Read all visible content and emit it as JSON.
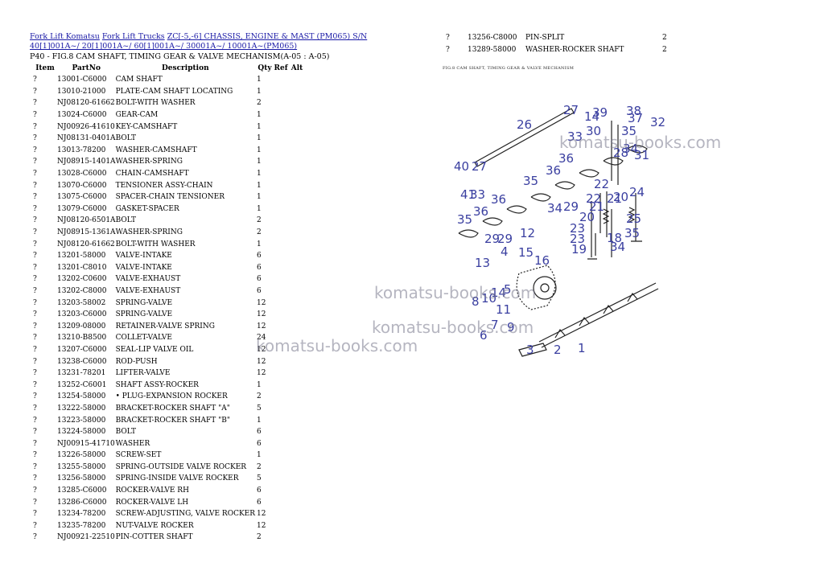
{
  "breadcrumb": {
    "link1": "Fork Lift Komatsu",
    "link2": "Fork Lift Trucks",
    "link3": "ZC[-5,-6] CHASSIS, ENGINE & MAST (PM065) S/N 40[1]001A~/ 20[1]001A~/ 60[1]001A~/ 30001A~/ 10001A~(PM065)"
  },
  "page_title": "P40 - FIG.8 CAM SHAFT, TIMING GEAR & VALVE MECHANISM(A-05 : A-05)",
  "table": {
    "headers": {
      "item": "Item",
      "partno": "PartNo",
      "desc": "Description",
      "qty": "Qty",
      "ref": "Ref",
      "alt": "Alt"
    },
    "rows": [
      {
        "item": "?",
        "partno": "13001-C6000",
        "desc": "CAM SHAFT",
        "qty": "1"
      },
      {
        "item": "?",
        "partno": "13010-21000",
        "desc": "PLATE-CAM SHAFT LOCATING",
        "qty": "1"
      },
      {
        "item": "?",
        "partno": "NJ08120-61662",
        "desc": "BOLT-WITH WASHER",
        "qty": "2"
      },
      {
        "item": "?",
        "partno": "13024-C6000",
        "desc": "GEAR-CAM",
        "qty": "1"
      },
      {
        "item": "?",
        "partno": "NJ00926-41610",
        "desc": "KEY-CAMSHAFT",
        "qty": "1"
      },
      {
        "item": "?",
        "partno": "NJ08131-0401A",
        "desc": "BOLT",
        "qty": "1"
      },
      {
        "item": "?",
        "partno": "13013-78200",
        "desc": "WASHER-CAMSHAFT",
        "qty": "1"
      },
      {
        "item": "?",
        "partno": "NJ08915-1401A",
        "desc": "WASHER-SPRING",
        "qty": "1"
      },
      {
        "item": "?",
        "partno": "13028-C6000",
        "desc": "CHAIN-CAMSHAFT",
        "qty": "1"
      },
      {
        "item": "?",
        "partno": "13070-C6000",
        "desc": "TENSIONER ASSY-CHAIN",
        "qty": "1"
      },
      {
        "item": "?",
        "partno": "13075-C6000",
        "desc": "SPACER-CHAIN TENSIONER",
        "qty": "1"
      },
      {
        "item": "?",
        "partno": "13079-C6000",
        "desc": "GASKET-SPACER",
        "qty": "1"
      },
      {
        "item": "?",
        "partno": "NJ08120-6501A",
        "desc": "BOLT",
        "qty": "2"
      },
      {
        "item": "?",
        "partno": "NJ08915-1361A",
        "desc": "WASHER-SPRING",
        "qty": "2"
      },
      {
        "item": "?",
        "partno": "NJ08120-61662",
        "desc": "BOLT-WITH WASHER",
        "qty": "1"
      },
      {
        "item": "?",
        "partno": "13201-58000",
        "desc": "VALVE-INTAKE",
        "qty": "6"
      },
      {
        "item": "?",
        "partno": "13201-C8010",
        "desc": "VALVE-INTAKE",
        "qty": "6"
      },
      {
        "item": "?",
        "partno": "13202-C0600",
        "desc": "VALVE-EXHAUST",
        "qty": "6"
      },
      {
        "item": "?",
        "partno": "13202-C8000",
        "desc": "VALVE-EXHAUST",
        "qty": "6"
      },
      {
        "item": "?",
        "partno": "13203-58002",
        "desc": "SPRING-VALVE",
        "qty": "12"
      },
      {
        "item": "?",
        "partno": "13203-C6000",
        "desc": "SPRING-VALVE",
        "qty": "12"
      },
      {
        "item": "?",
        "partno": "13209-08000",
        "desc": "RETAINER-VALVE SPRING",
        "qty": "12"
      },
      {
        "item": "?",
        "partno": "13210-B8500",
        "desc": "COLLET-VALVE",
        "qty": "24"
      },
      {
        "item": "?",
        "partno": "13207-C6000",
        "desc": "SEAL-LIP VALVE OIL",
        "qty": "12"
      },
      {
        "item": "?",
        "partno": "13238-C6000",
        "desc": "ROD-PUSH",
        "qty": "12"
      },
      {
        "item": "?",
        "partno": "13231-78201",
        "desc": "LIFTER-VALVE",
        "qty": "12"
      },
      {
        "item": "?",
        "partno": "13252-C6001",
        "desc": "SHAFT ASSY-ROCKER",
        "qty": "1"
      },
      {
        "item": "?",
        "partno": "13254-58000",
        "desc": "• PLUG-EXPANSION ROCKER",
        "qty": "2"
      },
      {
        "item": "?",
        "partno": "13222-58000",
        "desc": "BRACKET-ROCKER SHAFT \"A\"",
        "qty": "5"
      },
      {
        "item": "?",
        "partno": "13223-58000",
        "desc": "BRACKET-ROCKER SHAFT \"B\"",
        "qty": "1"
      },
      {
        "item": "?",
        "partno": "13224-58000",
        "desc": "BOLT",
        "qty": "6"
      },
      {
        "item": "?",
        "partno": "NJ00915-41710",
        "desc": "WASHER",
        "qty": "6"
      },
      {
        "item": "?",
        "partno": "13226-58000",
        "desc": "SCREW-SET",
        "qty": "1"
      },
      {
        "item": "?",
        "partno": "13255-58000",
        "desc": "SPRING-OUTSIDE VALVE ROCKER",
        "qty": "2"
      },
      {
        "item": "?",
        "partno": "13256-58000",
        "desc": "SPRING-INSIDE VALVE ROCKER",
        "qty": "5"
      },
      {
        "item": "?",
        "partno": "13285-C6000",
        "desc": "ROCKER-VALVE RH",
        "qty": "6"
      },
      {
        "item": "?",
        "partno": "13286-C6000",
        "desc": "ROCKER-VALVE LH",
        "qty": "6"
      },
      {
        "item": "?",
        "partno": "13234-78200",
        "desc": "SCREW-ADJUSTING, VALVE ROCKER",
        "qty": "12"
      },
      {
        "item": "?",
        "partno": "13235-78200",
        "desc": "NUT-VALVE ROCKER",
        "qty": "12"
      },
      {
        "item": "?",
        "partno": "NJ00921-22510",
        "desc": "PIN-COTTER SHAFT",
        "qty": "2"
      }
    ]
  },
  "table2": {
    "rows": [
      {
        "item": "?",
        "partno": "13256-C8000",
        "desc": "PIN-SPLIT",
        "qty": "2"
      },
      {
        "item": "?",
        "partno": "13289-58000",
        "desc": "WASHER-ROCKER SHAFT",
        "qty": "2"
      }
    ]
  },
  "figure": {
    "caption": "FIG.8 CAM SHAFT, TIMING GEAR & VALVE MECHANISM",
    "callouts": [
      "26",
      "27",
      "39",
      "38",
      "32",
      "33",
      "14",
      "30",
      "35",
      "37",
      "40",
      "27",
      "34",
      "36",
      "36",
      "28",
      "31",
      "41",
      "33",
      "35",
      "22",
      "20",
      "24",
      "35",
      "36",
      "36",
      "34",
      "29",
      "22",
      "21",
      "21",
      "20",
      "25",
      "23",
      "23",
      "19",
      "18",
      "35",
      "34",
      "29",
      "29",
      "12",
      "13",
      "4",
      "15",
      "16",
      "10",
      "14",
      "5",
      "8",
      "11",
      "7",
      "9",
      "6",
      "2",
      "3",
      "1"
    ],
    "watermark": "komatsu-books.com"
  }
}
